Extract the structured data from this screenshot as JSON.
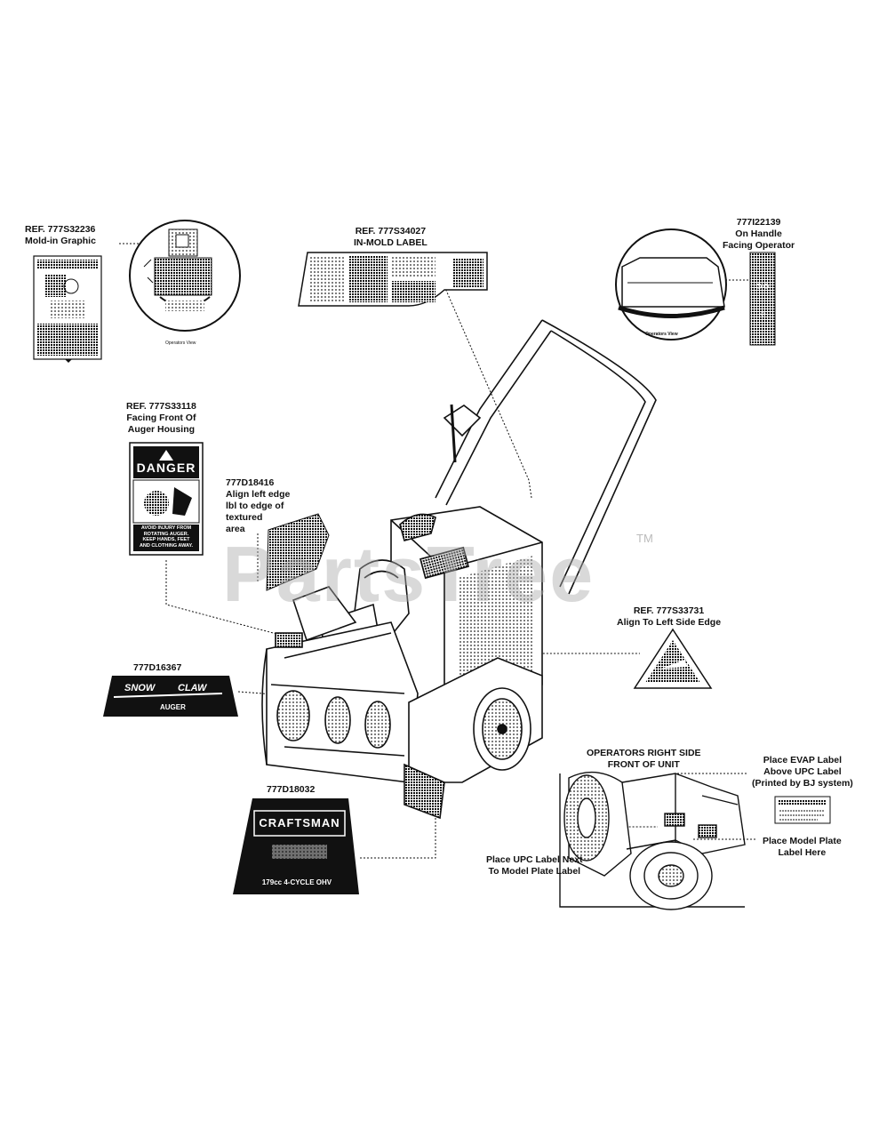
{
  "callouts": {
    "ref_32236": {
      "line1": "REF. 777S32236",
      "line2": "Mold-in Graphic",
      "operators_view": "Operators View"
    },
    "ref_34027": {
      "line1": "REF. 777S34027",
      "line2": "IN-MOLD LABEL"
    },
    "ref_22139": {
      "line1": "777I22139",
      "line2": "On Handle",
      "line3": "Facing Operator",
      "operators_view": "Operators View"
    },
    "ref_33118": {
      "line1": "REF. 777S33118",
      "line2": "Facing Front Of",
      "line3": "Auger Housing"
    },
    "ref_18416": {
      "line1": "777D18416",
      "line2": "Align left edge",
      "line3": "lbl to edge of",
      "line4": "textured",
      "line5": "area"
    },
    "ref_33731": {
      "line1": "REF. 777S33731",
      "line2": "Align To Left Side Edge"
    },
    "ref_16367": {
      "line1": "777D16367"
    },
    "ref_18032": {
      "line1": "777D18032"
    },
    "right_side": {
      "line1": "OPERATORS RIGHT SIDE",
      "line2": "FRONT OF UNIT"
    },
    "evap": {
      "line1": "Place EVAP Label",
      "line2": "Above UPC Label",
      "line3": "(Printed by BJ system)"
    },
    "model_plate": {
      "line1": "Place Model Plate",
      "line2": "Label Here"
    },
    "upc": {
      "line1": "Place UPC Label Next",
      "line2": "To Model Plate Label"
    }
  },
  "decals": {
    "danger": {
      "title": "DANGER",
      "text1": "AVOID INJURY FROM",
      "text2": "ROTATING AUGER.",
      "text3": "KEEP HANDS, FEET",
      "text4": "AND CLOTHING AWAY."
    },
    "snow_claw": {
      "left": "SNOW",
      "right": "CLAW",
      "sub": "AUGER"
    },
    "craftsman": {
      "brand": "CRAFTSMAN",
      "engine": "179cc 4-CYCLE OHV"
    }
  },
  "watermark": {
    "text": "PartsTree",
    "tm": "TM"
  },
  "colors": {
    "ink": "#111111",
    "paper": "#ffffff",
    "watermark": "#aaaaaa"
  }
}
